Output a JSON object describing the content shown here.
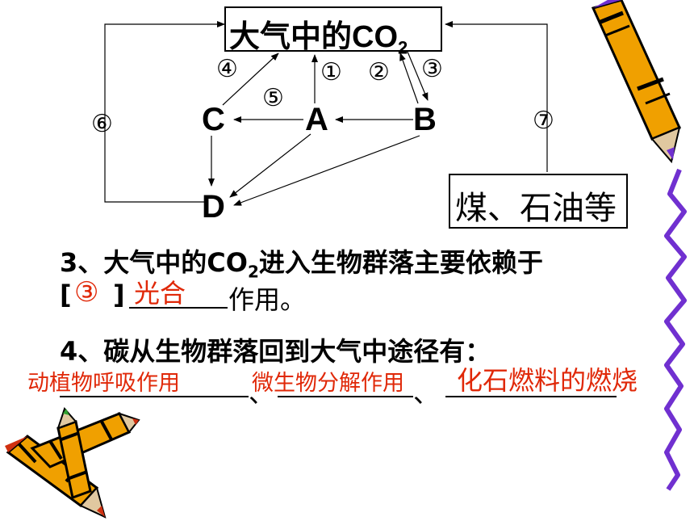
{
  "diagram": {
    "co2_box": {
      "text": "大气中的CO",
      "sub": "2"
    },
    "coal_box": "煤、石油等",
    "nodes": {
      "A": "A",
      "B": "B",
      "C": "C",
      "D": "D"
    },
    "labels": {
      "n1": "①",
      "n2": "②",
      "n3": "③",
      "n4": "④",
      "n5": "⑤",
      "n6": "⑥",
      "n7": "⑦"
    }
  },
  "question3": {
    "line1_a": "3、大气中的CO",
    "line1_sub": "2",
    "line1_b": "进入生物群落主要依赖于",
    "bracket_open": "[",
    "bracket_answer": "③",
    "bracket_close": "]",
    "answer": "光合",
    "suffix": "作用。"
  },
  "question4": {
    "text": "4、碳从生物群落回到大气中途径有：",
    "answers": [
      "动植物呼吸作用",
      "微生物分解作用",
      "化石燃料的燃烧"
    ],
    "separator": "、"
  },
  "colors": {
    "answer": "#e02808",
    "ink": "#000000",
    "crayon_body": "#f0a000",
    "crayon_tip": "#d03010",
    "squiggle": "#7030d0"
  }
}
